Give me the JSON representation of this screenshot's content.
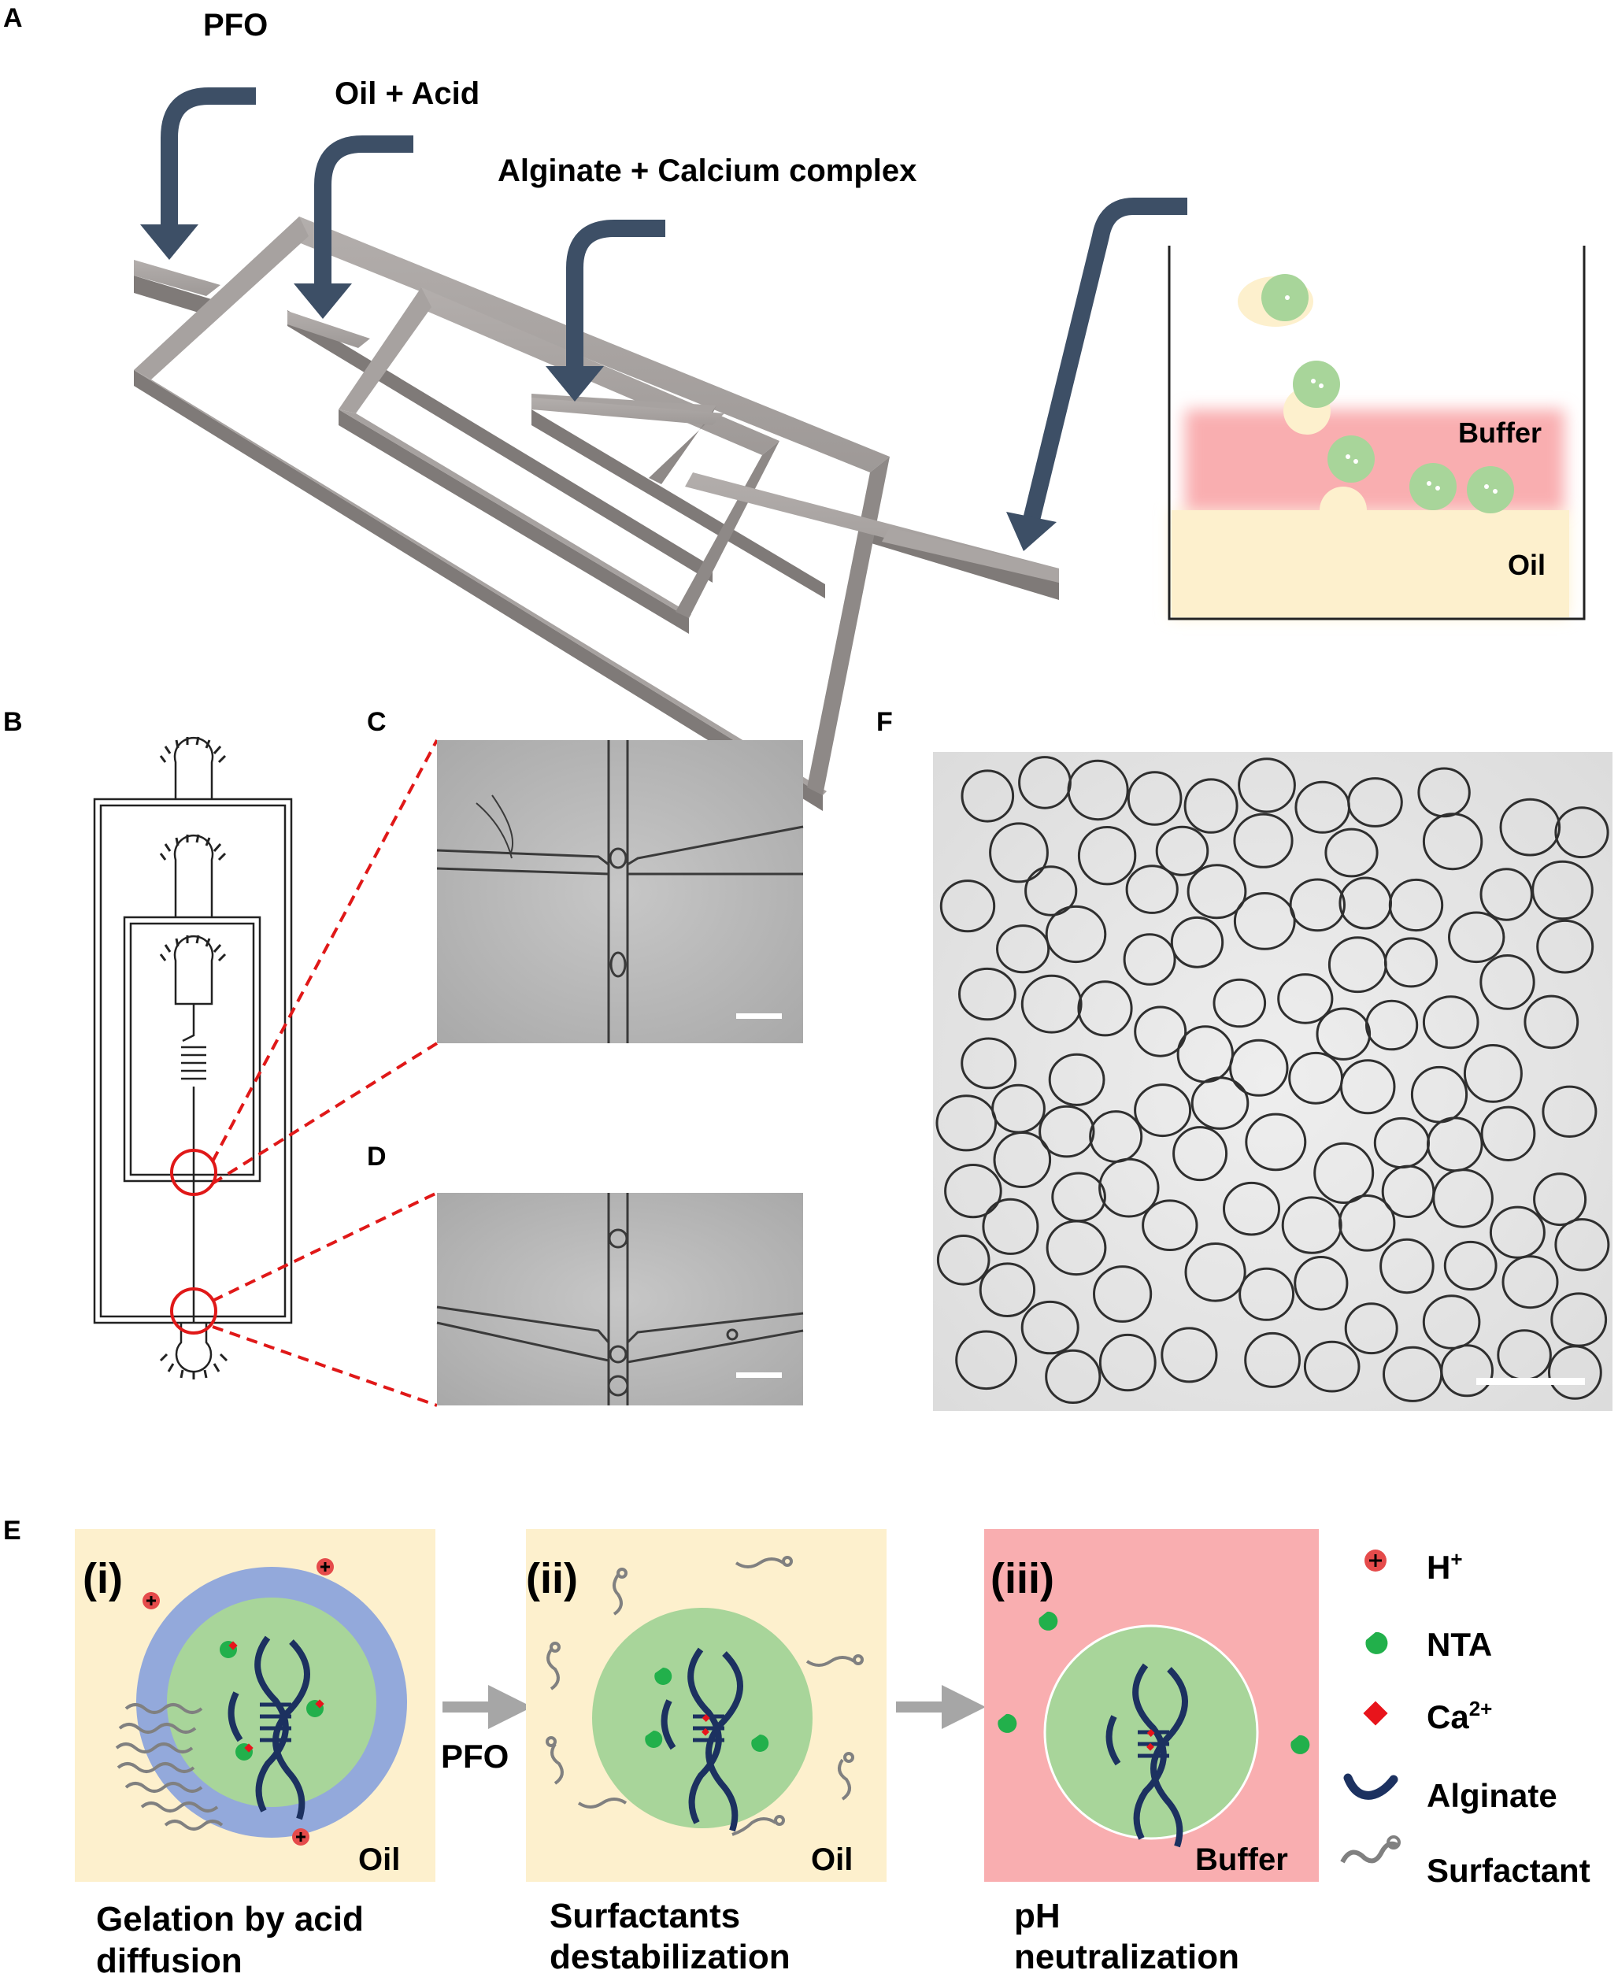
{
  "panel_letters": {
    "A": "A",
    "B": "B",
    "C": "C",
    "D": "D",
    "E": "E",
    "F": "F"
  },
  "panel_a": {
    "inlet_pfo": "PFO",
    "inlet_oil_acid": "Oil + Acid",
    "inlet_alginate": "Alginate + Calcium complex",
    "beaker_buffer": "Buffer",
    "beaker_oil": "Oil"
  },
  "panel_e": {
    "step1": {
      "numeral": "(i)",
      "medium": "Oil",
      "caption_line1": "Gelation by acid",
      "caption_line2": "diffusion"
    },
    "step2": {
      "numeral": "(ii)",
      "medium": "Oil",
      "caption_line1": "Surfactants",
      "caption_line2": "destabilization"
    },
    "step3": {
      "numeral": "(iii)",
      "medium": "Buffer",
      "caption_line1": "pH",
      "caption_line2": "neutralization"
    },
    "arrow1_label": "PFO",
    "legend": {
      "h_plus": "H",
      "h_plus_sup": "+",
      "nta": "NTA",
      "ca": "Ca",
      "ca_sup": "2+",
      "alginate": "Alginate",
      "surfactant": "Surfactant"
    }
  },
  "colors": {
    "arrow_blue": "#3d4f66",
    "channel_gray": "#9a9593",
    "oil_yellow": "#fdf0cd",
    "buffer_pink": "#f9aeb0",
    "droplet_green": "#a8d59a",
    "shell_blue": "#93a9db",
    "alginate_navy": "#1c3160",
    "calcium_red": "#e8141b",
    "nta_green": "#22b04b",
    "surfactant_gray": "#808080",
    "callout_red": "#e01818"
  }
}
